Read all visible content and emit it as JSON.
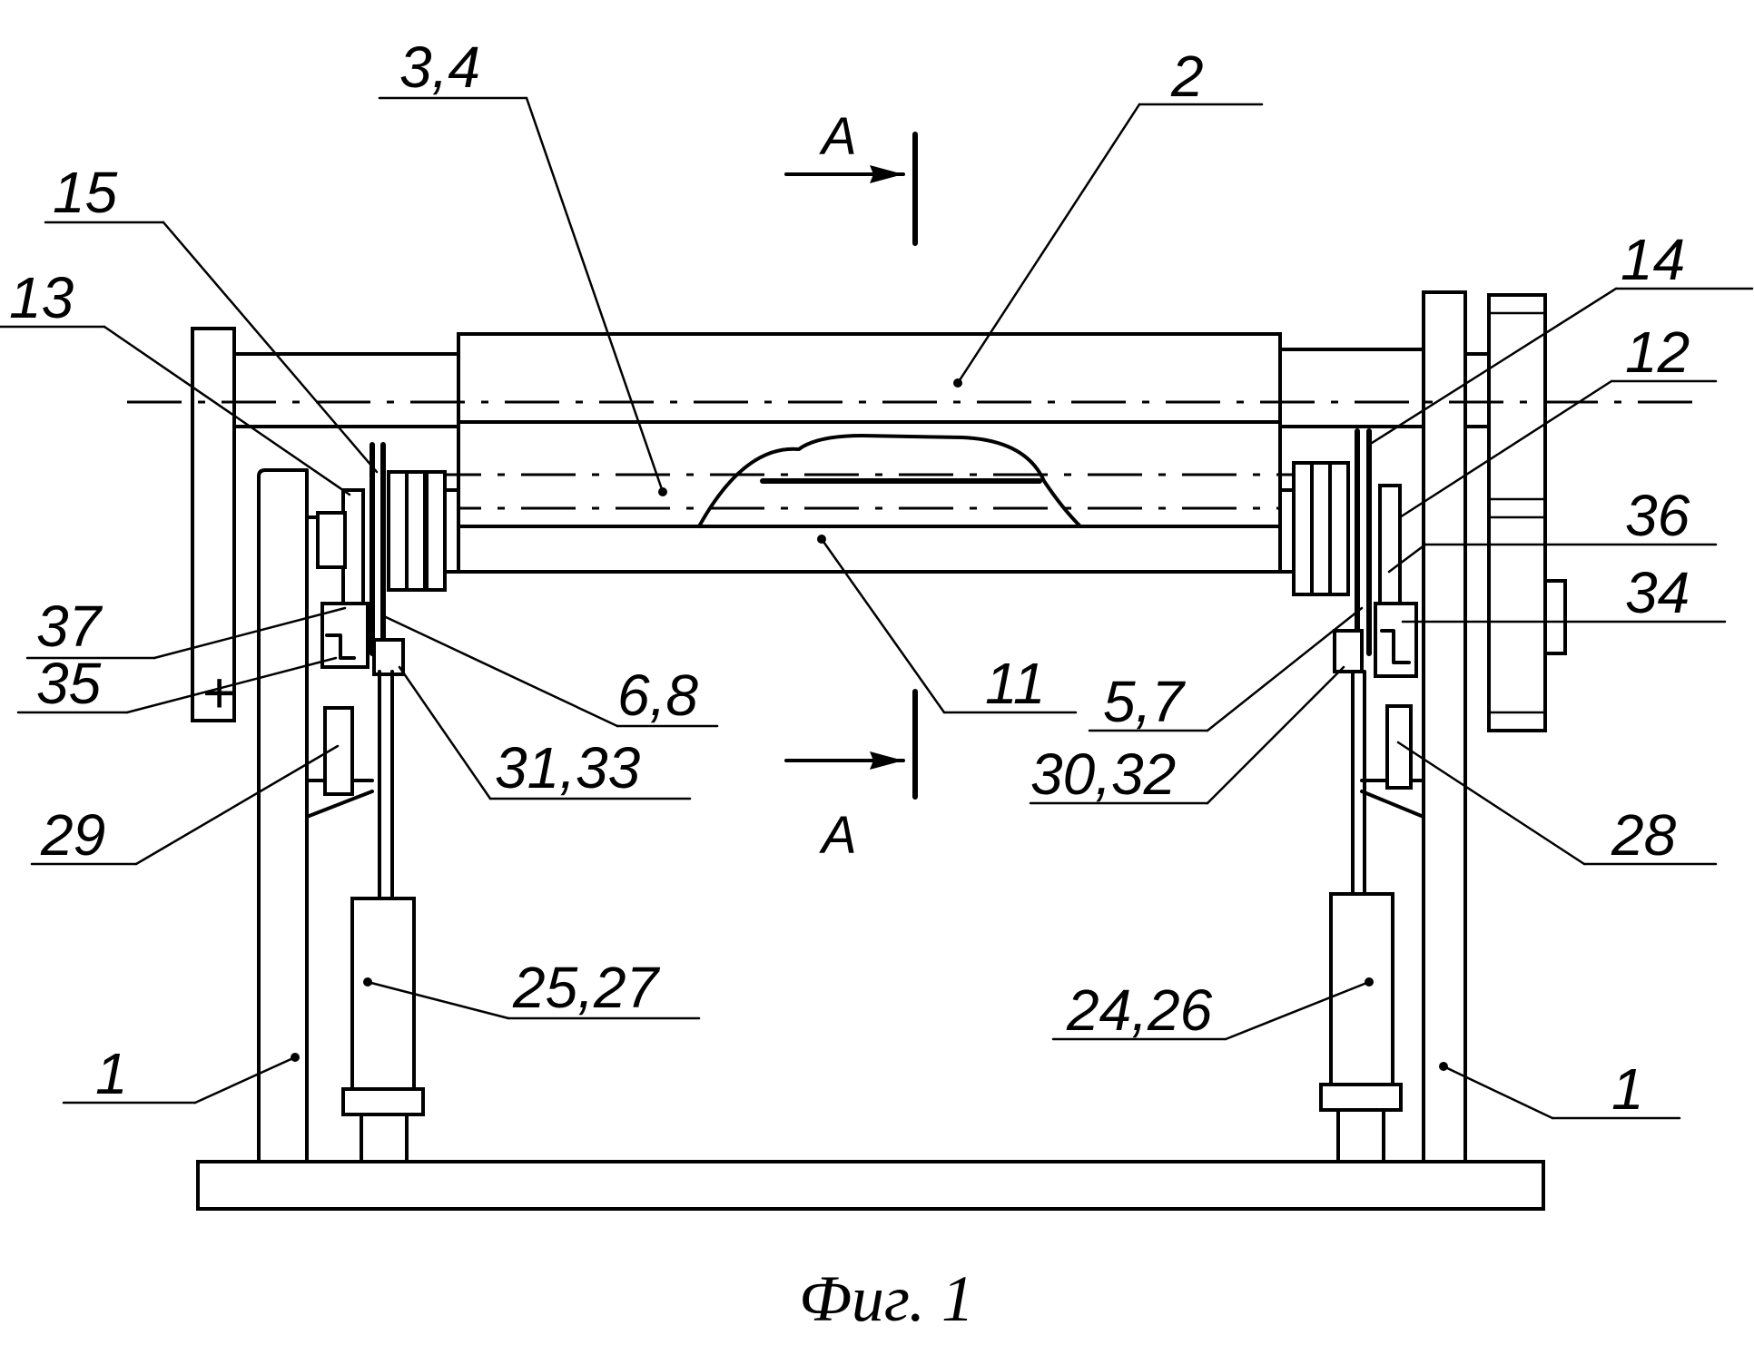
{
  "labels": {
    "l_3_4": "3,4",
    "l_2": "2",
    "l_15": "15",
    "l_13": "13",
    "l_14": "14",
    "l_12": "12",
    "l_36": "36",
    "l_37": "37",
    "l_34": "34",
    "l_35": "35",
    "l_6_8": "6,8",
    "l_11": "11",
    "l_5_7": "5,7",
    "l_31_33": "31,33",
    "l_30_32": "30,32",
    "l_29": "29",
    "l_28": "28",
    "l_25_27": "25,27",
    "l_24_26": "24,26",
    "l_1_left": "1",
    "l_1_right": "1",
    "plus_sign": "+"
  },
  "section": {
    "top": "A",
    "bottom": "A"
  },
  "caption": "Фиг. 1"
}
